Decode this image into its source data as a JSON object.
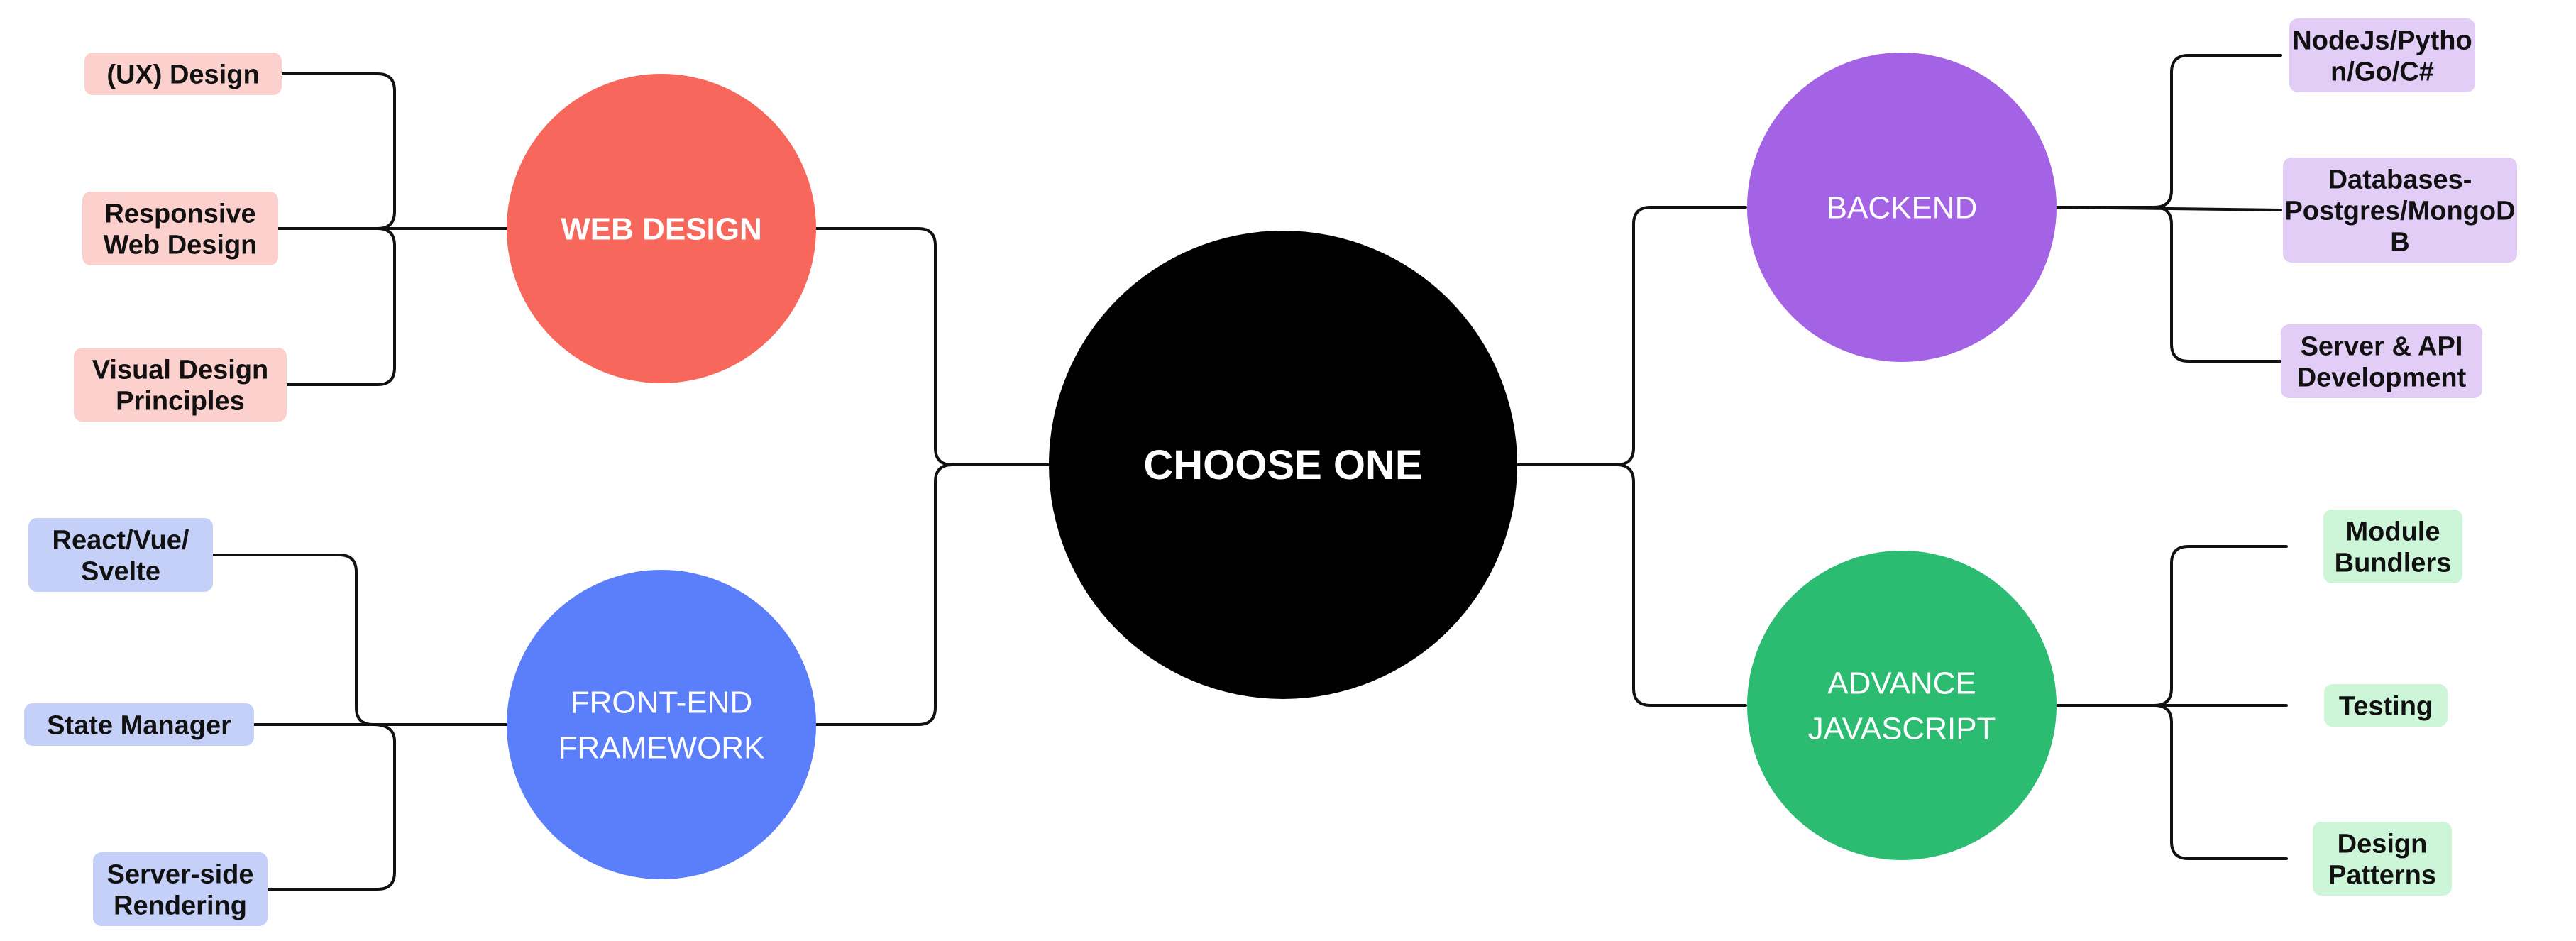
{
  "center": {
    "label": "CHOOSE ONE",
    "color": "#000000"
  },
  "branches": {
    "web_design": {
      "label": [
        "WEB DESIGN"
      ],
      "color": "#f8675b",
      "leaf_color": "#fbd0cd",
      "leaves": [
        [
          "(UX) Design"
        ],
        [
          "Responsive",
          "Web Design"
        ],
        [
          "Visual Design",
          "Principles"
        ]
      ]
    },
    "frontend": {
      "label": [
        "FRONT-END",
        "FRAMEWORK"
      ],
      "color": "#5b7efb",
      "leaf_color": "#c5d0f8",
      "leaves": [
        [
          "React/Vue/",
          "Svelte"
        ],
        [
          "State Manager"
        ],
        [
          "Server-side",
          "Rendering"
        ]
      ]
    },
    "backend": {
      "label": [
        "BACKEND"
      ],
      "color": "#a463e4",
      "leaf_color": "#e2cdf7",
      "leaves": [
        [
          "NodeJs/Pytho",
          "n/Go/C#"
        ],
        [
          "Databases-",
          "Postgres/MongoD",
          "B"
        ],
        [
          "Server & API",
          "Development"
        ]
      ]
    },
    "advance_js": {
      "label": [
        "ADVANCE",
        "JAVASCRIPT"
      ],
      "color": "#2bbc72",
      "leaf_color": "#cdf5d8",
      "leaves": [
        [
          "Module",
          "Bundlers"
        ],
        [
          "Testing"
        ],
        [
          "Design",
          "Patterns"
        ]
      ]
    }
  }
}
